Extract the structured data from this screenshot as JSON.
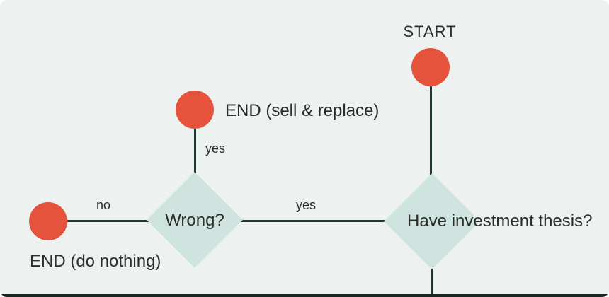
{
  "diagram": {
    "type": "flowchart",
    "nodes": {
      "start": {
        "label": "START",
        "kind": "start-terminal"
      },
      "have_thesis": {
        "label": "Have investment thesis?",
        "kind": "decision"
      },
      "wrong": {
        "label": "Wrong?",
        "kind": "decision"
      },
      "end_sell_replace": {
        "label": "END (sell & replace)",
        "kind": "end-terminal"
      },
      "end_do_nothing": {
        "label": "END (do nothing)",
        "kind": "end-terminal"
      }
    },
    "edges": {
      "start_to_have_thesis": {
        "from": "start",
        "to": "have_thesis",
        "label": ""
      },
      "have_thesis_to_wrong": {
        "from": "have_thesis",
        "to": "wrong",
        "label": "yes"
      },
      "have_thesis_down_offscreen": {
        "from": "have_thesis",
        "to": "offscreen-bottom",
        "label": ""
      },
      "wrong_to_end_sell_replace": {
        "from": "wrong",
        "to": "end_sell_replace",
        "label": "yes"
      },
      "wrong_to_end_do_nothing": {
        "from": "wrong",
        "to": "end_do_nothing",
        "label": "no"
      }
    },
    "colors": {
      "background": "#edf1f0",
      "decision_fill": "#cfe3df",
      "terminal_fill": "#e6533c",
      "connector": "#1d3833",
      "text": "#2d2d2d",
      "bottom_bar": "#1a2420"
    }
  }
}
